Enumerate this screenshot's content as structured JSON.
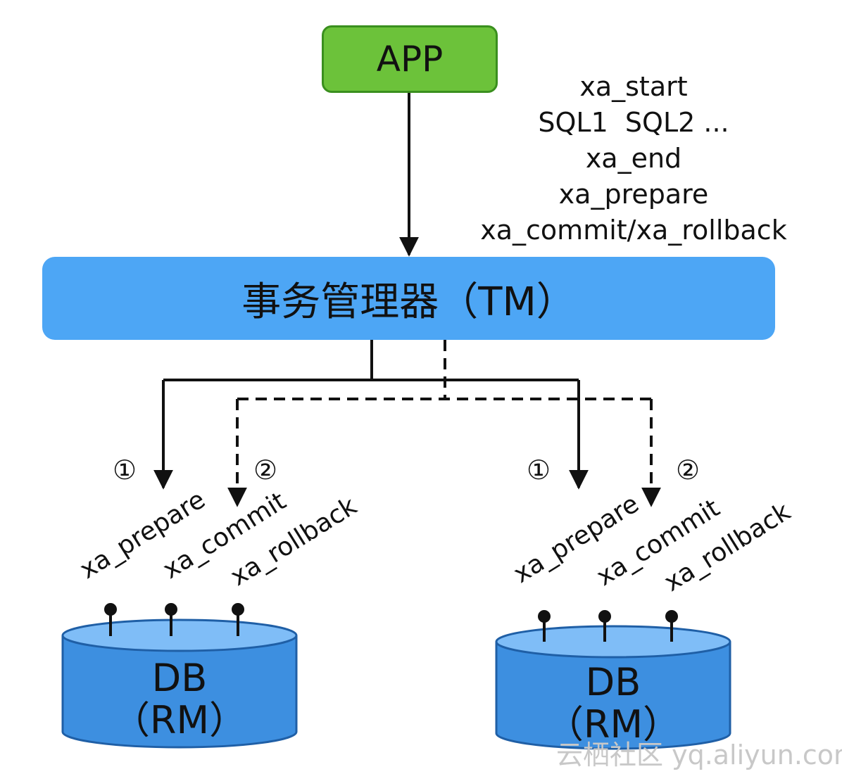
{
  "app": {
    "label": "APP"
  },
  "tm": {
    "label": "事务管理器（TM）"
  },
  "sequence": [
    "xa_start",
    "SQL1  SQL2 ...",
    "xa_end",
    "xa_prepare",
    "xa_commit/xa_rollback"
  ],
  "left_branch": {
    "step1": "①",
    "step2": "②",
    "ops": [
      "xa_prepare",
      "xa_commit",
      "xa_rollback"
    ],
    "db_line1": "DB",
    "db_line2": "（RM）"
  },
  "right_branch": {
    "step1": "①",
    "step2": "②",
    "ops": [
      "xa_prepare",
      "xa_commit",
      "xa_rollback"
    ],
    "db_line1": "DB",
    "db_line2": "（RM）"
  },
  "watermark": "云栖社区 yq.aliyun.com",
  "colors": {
    "app": "#6cc23a",
    "tm": "#4da6f5",
    "db": "#3d8fe0",
    "db_top": "#7fbdf7"
  }
}
